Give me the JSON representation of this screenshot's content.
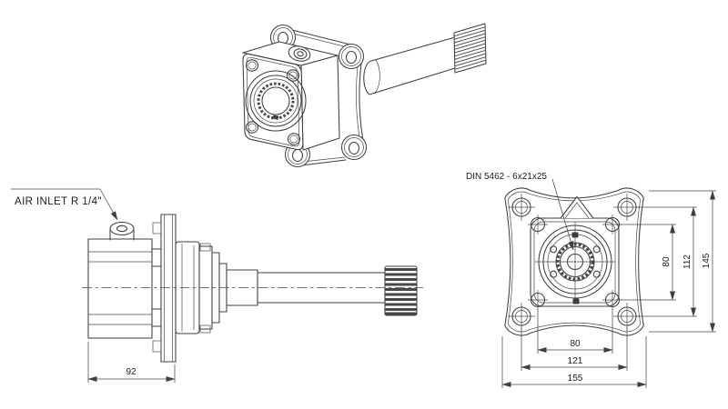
{
  "drawing": {
    "labels": {
      "air_inlet": "AIR INLET R 1/4\"",
      "spline_spec": "DIN 5462 - 6x21x25"
    },
    "dimensions": {
      "side": {
        "body_width": "92"
      },
      "front": {
        "inner_hole_spacing_h": "80",
        "corner_hole_spacing_h": "121",
        "flange_width": "155",
        "inner_hole_spacing_v": "80",
        "corner_hole_spacing_v": "112",
        "flange_height": "145"
      }
    },
    "colors": {
      "line": "#3f3f3f",
      "dimension": "#4a4a4a",
      "text": "#1c1c1c",
      "background": "#ffffff"
    }
  }
}
